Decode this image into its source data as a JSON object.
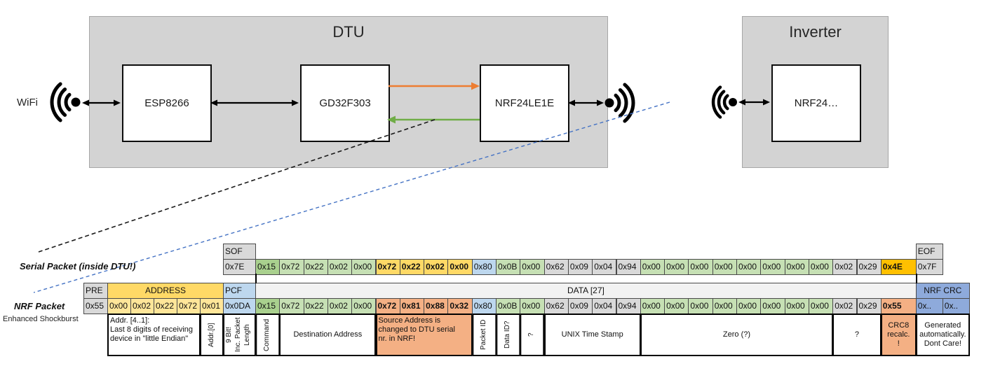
{
  "diagram": {
    "wifi_label": "WiFi",
    "dtu": {
      "title": "DTU",
      "chips": [
        "ESP8266",
        "GD32F303",
        "NRF24LE1E"
      ]
    },
    "inverter": {
      "title": "Inverter",
      "chip": "NRF24…"
    },
    "arrow_colors": {
      "orange": "#ED7D31",
      "green": "#70AD47",
      "black": "#000000",
      "blue_dashed": "#4472C4"
    },
    "icons": [
      "wifi-signal-icon",
      "radio-wave-right-icon",
      "radio-wave-left-icon"
    ]
  },
  "palette": {
    "gray": "#D9D9D9",
    "gray_light": "#F2F2F2",
    "green_dark": "#A9D08E",
    "green": "#C6E0B4",
    "gold": "#FFD966",
    "gold_dark": "#FFC000",
    "salmon": "#F4B084",
    "blue": "#BDD7EE",
    "blue_mid": "#8EAADB",
    "yellow": "#FFE699",
    "yellow_dark": "#FFD966",
    "white": "#FFFFFF"
  },
  "serial_packet": {
    "label": "Serial Packet (inside DTU!)",
    "sof_header": "SOF",
    "sof_value": "0x7E",
    "eof_header": "EOF",
    "eof_value": "0x7F",
    "bytes": [
      {
        "v": "0x15",
        "c": "green_dark"
      },
      {
        "v": "0x72",
        "c": "green"
      },
      {
        "v": "0x22",
        "c": "green"
      },
      {
        "v": "0x02",
        "c": "green"
      },
      {
        "v": "0x00",
        "c": "green"
      },
      {
        "v": "0x72",
        "c": "gold",
        "bold": true
      },
      {
        "v": "0x22",
        "c": "gold",
        "bold": true
      },
      {
        "v": "0x02",
        "c": "gold",
        "bold": true
      },
      {
        "v": "0x00",
        "c": "gold",
        "bold": true
      },
      {
        "v": "0x80",
        "c": "blue"
      },
      {
        "v": "0x0B",
        "c": "green"
      },
      {
        "v": "0x00",
        "c": "green"
      },
      {
        "v": "0x62",
        "c": "gray"
      },
      {
        "v": "0x09",
        "c": "gray"
      },
      {
        "v": "0x04",
        "c": "gray"
      },
      {
        "v": "0x94",
        "c": "gray"
      },
      {
        "v": "0x00",
        "c": "green"
      },
      {
        "v": "0x00",
        "c": "green"
      },
      {
        "v": "0x00",
        "c": "green"
      },
      {
        "v": "0x00",
        "c": "green"
      },
      {
        "v": "0x00",
        "c": "green"
      },
      {
        "v": "0x00",
        "c": "green"
      },
      {
        "v": "0x00",
        "c": "green"
      },
      {
        "v": "0x00",
        "c": "green"
      },
      {
        "v": "0x02",
        "c": "gray"
      },
      {
        "v": "0x29",
        "c": "gray"
      },
      {
        "v": "0x4E",
        "c": "gold_dark",
        "bold": true
      }
    ]
  },
  "nrf_packet": {
    "label": "NRF Packet",
    "sublabel": "Enhanced Shockburst",
    "pre_header": "PRE",
    "pre_value": "0x55",
    "address_header": "ADDRESS",
    "address_values": [
      "0x00",
      "0x02",
      "0x22",
      "0x72",
      "0x01"
    ],
    "pcf_header": "PCF",
    "pcf_value": "0x0DA",
    "data_header": "DATA [27]",
    "crc_header": "NRF CRC",
    "crc_values": [
      "0x..",
      "0x.."
    ],
    "bytes": [
      {
        "v": "0x15",
        "c": "green_dark"
      },
      {
        "v": "0x72",
        "c": "green"
      },
      {
        "v": "0x22",
        "c": "green"
      },
      {
        "v": "0x02",
        "c": "green"
      },
      {
        "v": "0x00",
        "c": "green"
      },
      {
        "v": "0x72",
        "c": "salmon",
        "bold": true
      },
      {
        "v": "0x81",
        "c": "salmon",
        "bold": true
      },
      {
        "v": "0x88",
        "c": "salmon",
        "bold": true
      },
      {
        "v": "0x32",
        "c": "salmon",
        "bold": true
      },
      {
        "v": "0x80",
        "c": "blue"
      },
      {
        "v": "0x0B",
        "c": "green"
      },
      {
        "v": "0x00",
        "c": "green"
      },
      {
        "v": "0x62",
        "c": "gray"
      },
      {
        "v": "0x09",
        "c": "gray"
      },
      {
        "v": "0x04",
        "c": "gray"
      },
      {
        "v": "0x94",
        "c": "gray"
      },
      {
        "v": "0x00",
        "c": "green"
      },
      {
        "v": "0x00",
        "c": "green"
      },
      {
        "v": "0x00",
        "c": "green"
      },
      {
        "v": "0x00",
        "c": "green"
      },
      {
        "v": "0x00",
        "c": "green"
      },
      {
        "v": "0x00",
        "c": "green"
      },
      {
        "v": "0x00",
        "c": "green"
      },
      {
        "v": "0x00",
        "c": "green"
      },
      {
        "v": "0x02",
        "c": "gray"
      },
      {
        "v": "0x29",
        "c": "gray"
      },
      {
        "v": "0x55",
        "c": "salmon",
        "bold": true
      }
    ],
    "annotations": [
      {
        "text": "Addr. [4..1]:\nLast 8 digits of receiving\ndevice in \"little Endian\"",
        "span": 4,
        "mode": "left"
      },
      {
        "text": "Addr.[0]",
        "span": 1,
        "mode": "vert"
      },
      {
        "text": "9 Bit!\nInc. Packet\nLength",
        "span": 1,
        "mode": "vert"
      },
      {
        "text": "Command",
        "span": 1,
        "mode": "vert"
      },
      {
        "text": "Destination Address",
        "span": 4,
        "mode": "center"
      },
      {
        "text": "Source Address is\nchanged to DTU serial\nnr. in NRF!",
        "span": 4,
        "mode": "left",
        "fill": "salmon"
      },
      {
        "text": "Packet ID",
        "span": 1,
        "mode": "vert"
      },
      {
        "text": "Data ID?",
        "span": 1,
        "mode": "vert"
      },
      {
        "text": "?",
        "span": 1,
        "mode": "vert"
      },
      {
        "text": "UNIX Time Stamp",
        "span": 4,
        "mode": "center"
      },
      {
        "text": "Zero (?)",
        "span": 8,
        "mode": "center"
      },
      {
        "text": "?",
        "span": 2,
        "mode": "center"
      },
      {
        "text": "CRC8\nrecalc.\n!",
        "span": 1,
        "mode": "center",
        "fill": "salmon"
      },
      {
        "text": "Generated\nautomatically.\nDont Care!",
        "span": 2,
        "mode": "center"
      }
    ]
  }
}
